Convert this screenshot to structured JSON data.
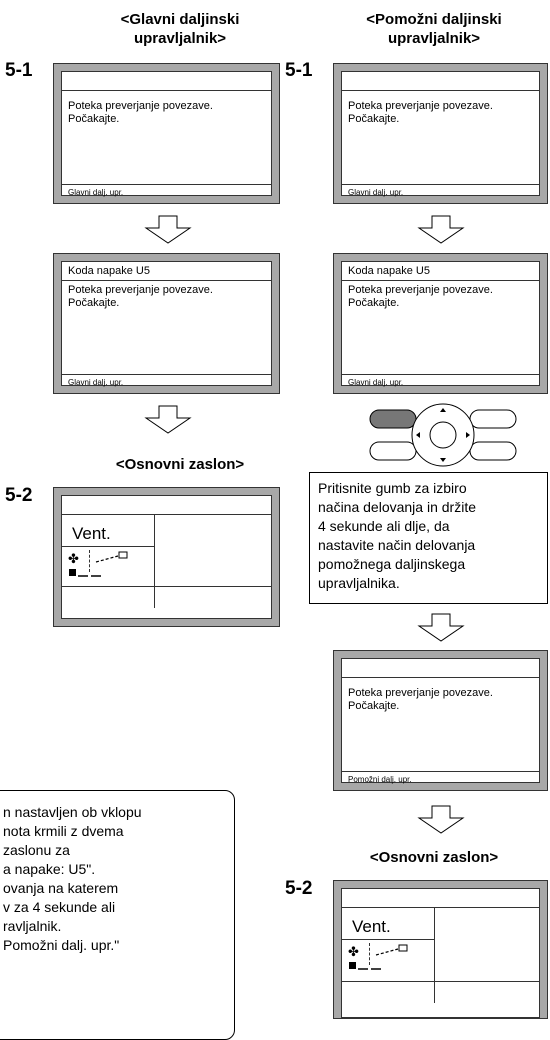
{
  "left": {
    "header": [
      "<Glavni daljinski",
      "upravljalnik>"
    ],
    "step1": "5-1",
    "screen1": {
      "msg1": "Poteka preverjanje povezave.",
      "msg2": "Počakajte.",
      "footer": "Glavni dalj. upr."
    },
    "screen2": {
      "title": "Koda napake U5",
      "msg1": "Poteka preverjanje povezave.",
      "msg2": "Počakajte.",
      "footer": "Glavni dalj. upr."
    },
    "basic_header": "<Osnovni zaslon>",
    "step2": "5-2",
    "vent": "Vent."
  },
  "right": {
    "header": [
      "<Pomožni daljinski",
      "upravljalnik>"
    ],
    "step1": "5-1",
    "screen1": {
      "msg1": "Poteka preverjanje povezave.",
      "msg2": "Počakajte.",
      "footer": "Glavni dalj. upr."
    },
    "screen2": {
      "title": "Koda napake U5",
      "msg1": "Poteka preverjanje povezave.",
      "msg2": "Počakajte.",
      "footer": "Glavni dalj. upr."
    },
    "instruction": [
      "Pritisnite gumb za izbiro",
      "načina delovanja in držite",
      "4 sekunde ali dlje, da",
      "nastavite način delovanja",
      "pomožnega daljinskega",
      "upravljalnika."
    ],
    "screen3": {
      "msg1": "Poteka preverjanje povezave.",
      "msg2": "Počakajte.",
      "footer": "Pomožni dalj. upr."
    },
    "basic_header": "<Osnovni zaslon>",
    "step2": "5-2",
    "vent": "Vent."
  },
  "note": {
    "lines": [
      "n nastavljen ob vklopu",
      "nota krmili z dvema",
      "zaslonu za",
      "a napake: U5\".",
      "ovanja na katerem",
      "v za 4 sekunde ali",
      "ravljalnik.",
      "Pomožni dalj. upr.\""
    ]
  }
}
